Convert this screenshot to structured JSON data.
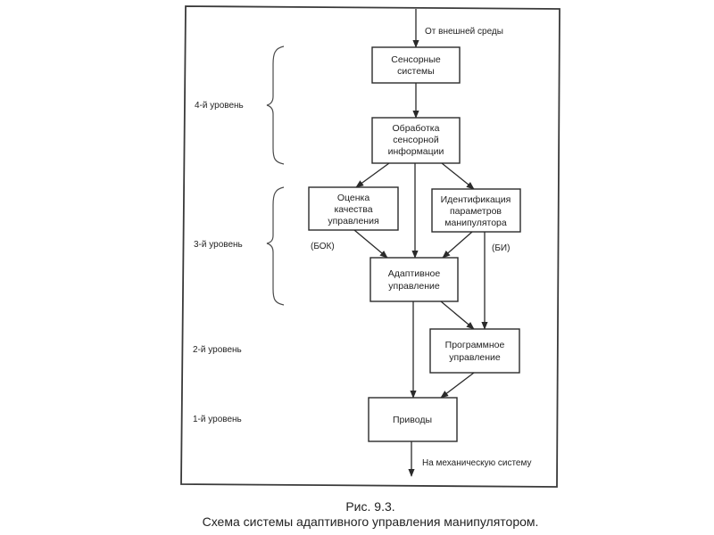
{
  "figure": {
    "number_label": "Рис. 9.3.",
    "title": "Схема системы адаптивного управления манипулятором."
  },
  "input_label": "От внешней среды",
  "output_label": "На механическую систему",
  "levels": [
    {
      "id": "level4",
      "label": "4-й уровень"
    },
    {
      "id": "level3",
      "label": "3-й уровень"
    },
    {
      "id": "level2",
      "label": "2-й уровень"
    },
    {
      "id": "level1",
      "label": "1-й уровень"
    }
  ],
  "blocks": [
    {
      "id": "sensors",
      "lines": [
        "Сенсорные",
        "системы"
      ]
    },
    {
      "id": "processing",
      "lines": [
        "Обработка",
        "сенсорной",
        "информации"
      ]
    },
    {
      "id": "quality",
      "lines": [
        "Оценка",
        "качества",
        "управления"
      ],
      "tag": "(БОК)"
    },
    {
      "id": "identification",
      "lines": [
        "Идентификация",
        "параметров",
        "манипулятора"
      ],
      "tag": "(БИ)"
    },
    {
      "id": "adaptive",
      "lines": [
        "Адаптивное",
        "управление"
      ]
    },
    {
      "id": "program",
      "lines": [
        "Программное",
        "управление"
      ]
    },
    {
      "id": "drives",
      "lines": [
        "Приводы"
      ]
    }
  ],
  "edges": [
    {
      "from": "environment",
      "to": "sensors"
    },
    {
      "from": "sensors",
      "to": "processing"
    },
    {
      "from": "processing",
      "to": "quality"
    },
    {
      "from": "processing",
      "to": "adaptive"
    },
    {
      "from": "processing",
      "to": "identification"
    },
    {
      "from": "quality",
      "to": "adaptive"
    },
    {
      "from": "identification",
      "to": "adaptive"
    },
    {
      "from": "identification",
      "to": "program"
    },
    {
      "from": "adaptive",
      "to": "program"
    },
    {
      "from": "adaptive",
      "to": "drives"
    },
    {
      "from": "program",
      "to": "drives"
    },
    {
      "from": "drives",
      "to": "mechanical_system"
    }
  ]
}
